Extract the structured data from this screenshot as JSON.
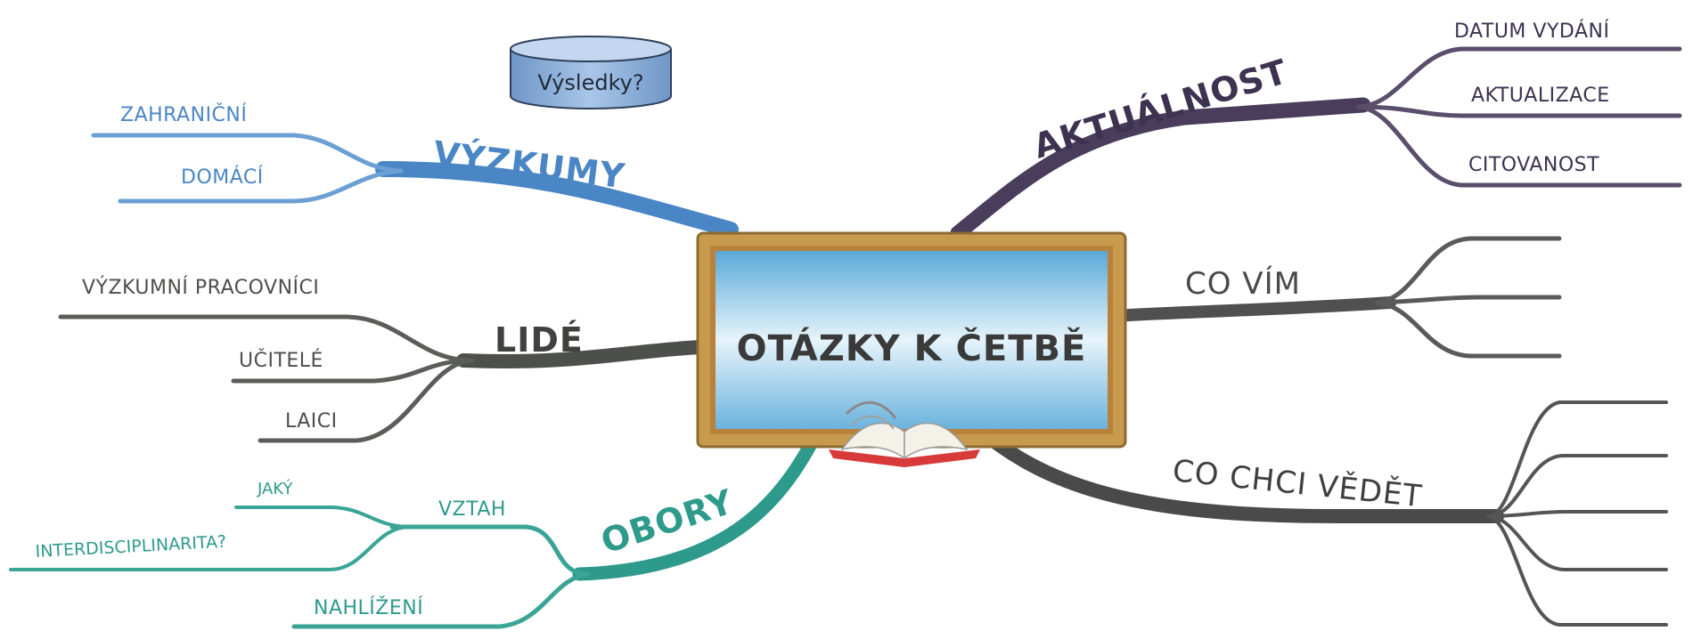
{
  "center": {
    "title": "OTÁZKY K ČETBĚ"
  },
  "callout": {
    "label": "Výsledky?"
  },
  "colors": {
    "research": "#4a86c5",
    "people": "#4c4f4c",
    "fields": "#2e9a8c",
    "topicality": "#4a3d5c",
    "know": "#505050",
    "want": "#4a4a4a",
    "frame": "#c89a4e",
    "board": "#8fc8e8"
  },
  "branches": {
    "research": {
      "title": "VÝZKUMY",
      "items": [
        "ZAHRANIČNÍ",
        "DOMÁCÍ"
      ]
    },
    "people": {
      "title": "LIDÉ",
      "items": [
        "VÝZKUMNÍ PRACOVNÍCI",
        "UČITELÉ",
        "LAICI"
      ]
    },
    "fields": {
      "title": "OBORY",
      "vztah": "VZTAH",
      "vztah_items": [
        "JAKÝ",
        "INTERDISCIPLINARITA?"
      ],
      "nahlizeni": "NAHLÍŽENÍ"
    },
    "topicality": {
      "title": "AKTUÁLNOST",
      "items": [
        "DATUM VYDÁNÍ",
        "AKTUALIZACE",
        "CITOVANOST"
      ]
    },
    "know": {
      "title": "CO VÍM"
    },
    "want": {
      "title": "CO CHCI VĚDĚT"
    }
  },
  "icons": {
    "book": "open-book-icon",
    "database": "database-cylinder-icon"
  }
}
